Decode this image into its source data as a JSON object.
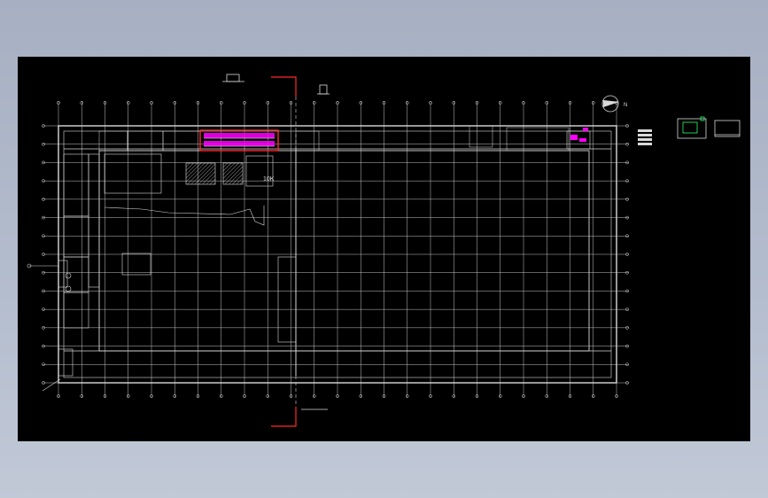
{
  "drawing": {
    "background_color": "#000000",
    "line_color": "#d9d9d9",
    "accent_red": "#ff2a2a",
    "accent_magenta": "#ff00ff",
    "accent_green": "#2bff6b",
    "label_10k": "10K",
    "north_label": "N",
    "grid": {
      "columns": 24,
      "rows": 14
    }
  }
}
